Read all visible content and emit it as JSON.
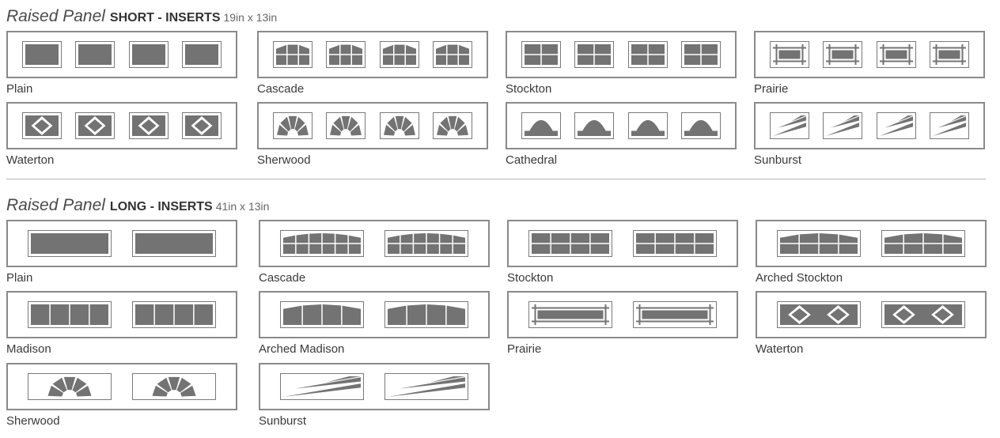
{
  "sections": [
    {
      "title_italic": "Raised Panel",
      "title_bold": "SHORT - INSERTS",
      "size": "19in x 13in",
      "panels": [
        {
          "label": "Plain",
          "design": "plain"
        },
        {
          "label": "Cascade",
          "design": "cascade"
        },
        {
          "label": "Stockton",
          "design": "stockton"
        },
        {
          "label": "Prairie",
          "design": "prairie"
        },
        {
          "label": "Waterton",
          "design": "waterton"
        },
        {
          "label": "Sherwood",
          "design": "sherwood"
        },
        {
          "label": "Cathedral",
          "design": "cathedral"
        },
        {
          "label": "Sunburst",
          "design": "sunburst"
        }
      ]
    },
    {
      "title_italic": "Raised Panel",
      "title_bold": "LONG - INSERTS",
      "size": "41in x 13in",
      "panels": [
        {
          "label": "Plain",
          "design": "plain"
        },
        {
          "label": "Cascade",
          "design": "cascade"
        },
        {
          "label": "Stockton",
          "design": "stockton"
        },
        {
          "label": "Arched Stockton",
          "design": "arched-stockton"
        },
        {
          "label": "Madison",
          "design": "madison"
        },
        {
          "label": "Arched Madison",
          "design": "arched-madison"
        },
        {
          "label": "Prairie",
          "design": "prairie"
        },
        {
          "label": "Waterton",
          "design": "waterton"
        },
        {
          "label": "Sherwood",
          "design": "sherwood"
        },
        {
          "label": "Sunburst",
          "design": "sunburst"
        }
      ]
    }
  ],
  "colors": {
    "glass": "#737373",
    "frame": "#8a8a8a"
  }
}
